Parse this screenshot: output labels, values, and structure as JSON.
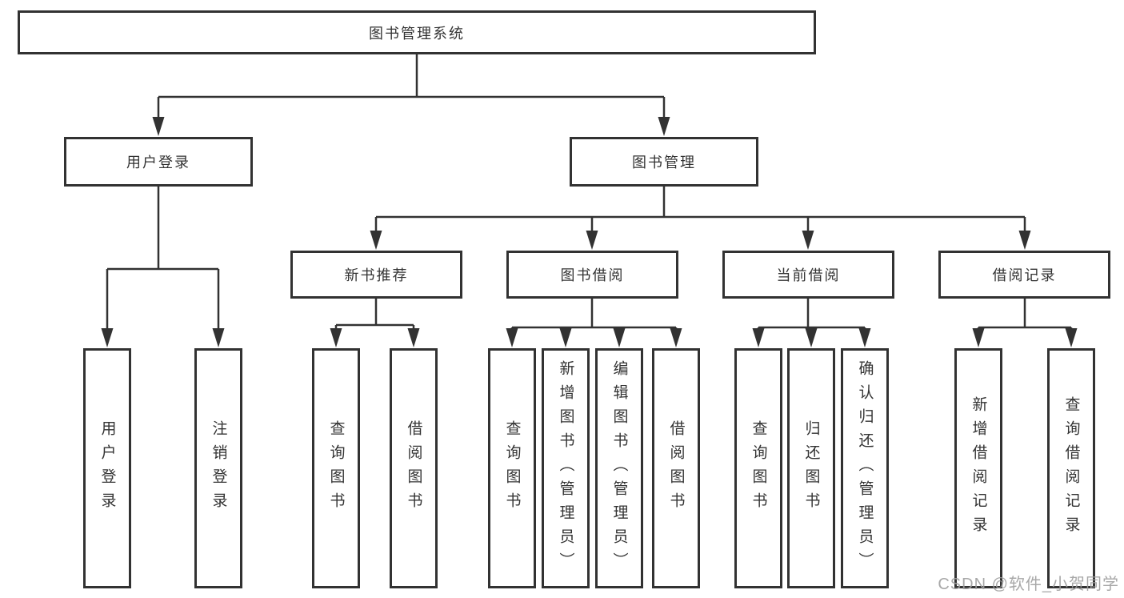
{
  "colors": {
    "line": "#323232",
    "box_border": "#323232",
    "text": "#333333",
    "background": "#ffffff",
    "watermark": "#9e9e9e"
  },
  "diagram": {
    "root": "图书管理系统",
    "branches": [
      {
        "label": "用户登录",
        "children": [
          "用户登录",
          "注销登录"
        ]
      },
      {
        "label": "图书管理",
        "groups": [
          {
            "label": "新书推荐",
            "children": [
              "查询图书",
              "借阅图书"
            ]
          },
          {
            "label": "图书借阅",
            "children": [
              "查询图书",
              "新增图书（管理员）",
              "编辑图书（管理员）",
              "借阅图书"
            ]
          },
          {
            "label": "当前借阅",
            "children": [
              "查询图书",
              "归还图书",
              "确认归还（管理员）"
            ]
          },
          {
            "label": "借阅记录",
            "children": [
              "新增借阅记录",
              "查询借阅记录"
            ]
          }
        ]
      }
    ]
  },
  "watermark": "CSDN @软件_小贺同学"
}
